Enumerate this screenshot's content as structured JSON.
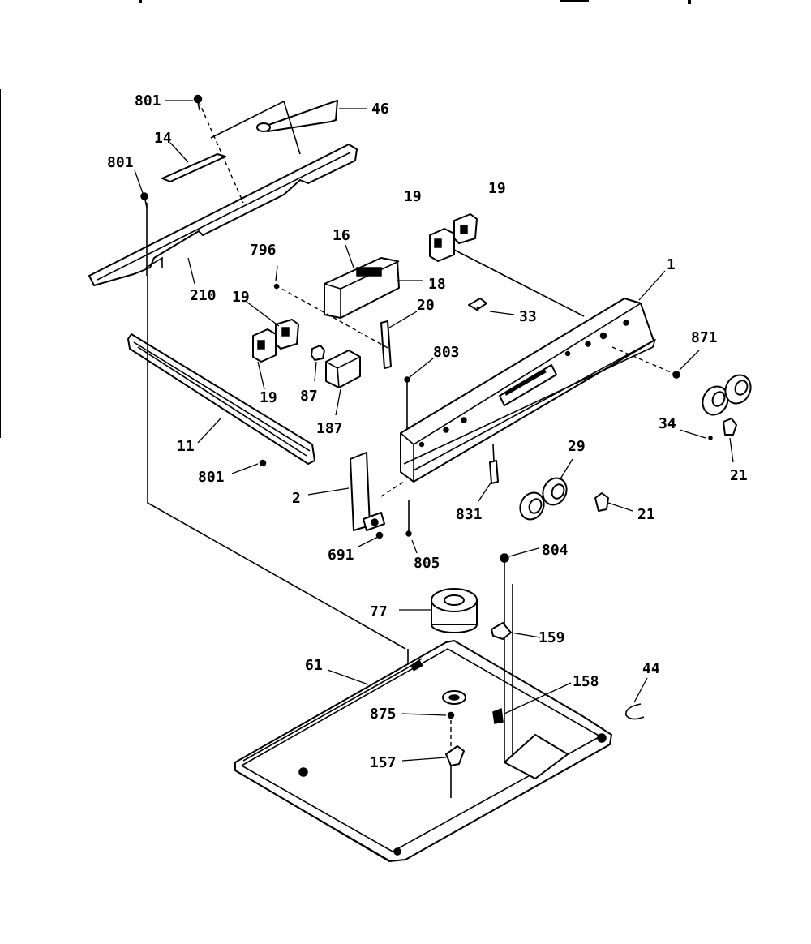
{
  "labels": {
    "l801a": "801",
    "l46": "46",
    "l14": "14",
    "l801b": "801",
    "l210": "210",
    "l796": "796",
    "l16": "16",
    "l18": "18",
    "l19a": "19",
    "l19b": "19",
    "l19c": "19",
    "l19d": "19",
    "l20": "20",
    "l33": "33",
    "l1": "1",
    "l871": "871",
    "l803": "803",
    "l87": "87",
    "l187": "187",
    "l11": "11",
    "l801c": "801",
    "l34": "34",
    "l21a": "21",
    "l29": "29",
    "l21b": "21",
    "l2": "2",
    "l831": "831",
    "l691": "691",
    "l805": "805",
    "l804": "804",
    "l77": "77",
    "l159": "159",
    "l61": "61",
    "l158": "158",
    "l44": "44",
    "l875": "875",
    "l157": "157"
  }
}
